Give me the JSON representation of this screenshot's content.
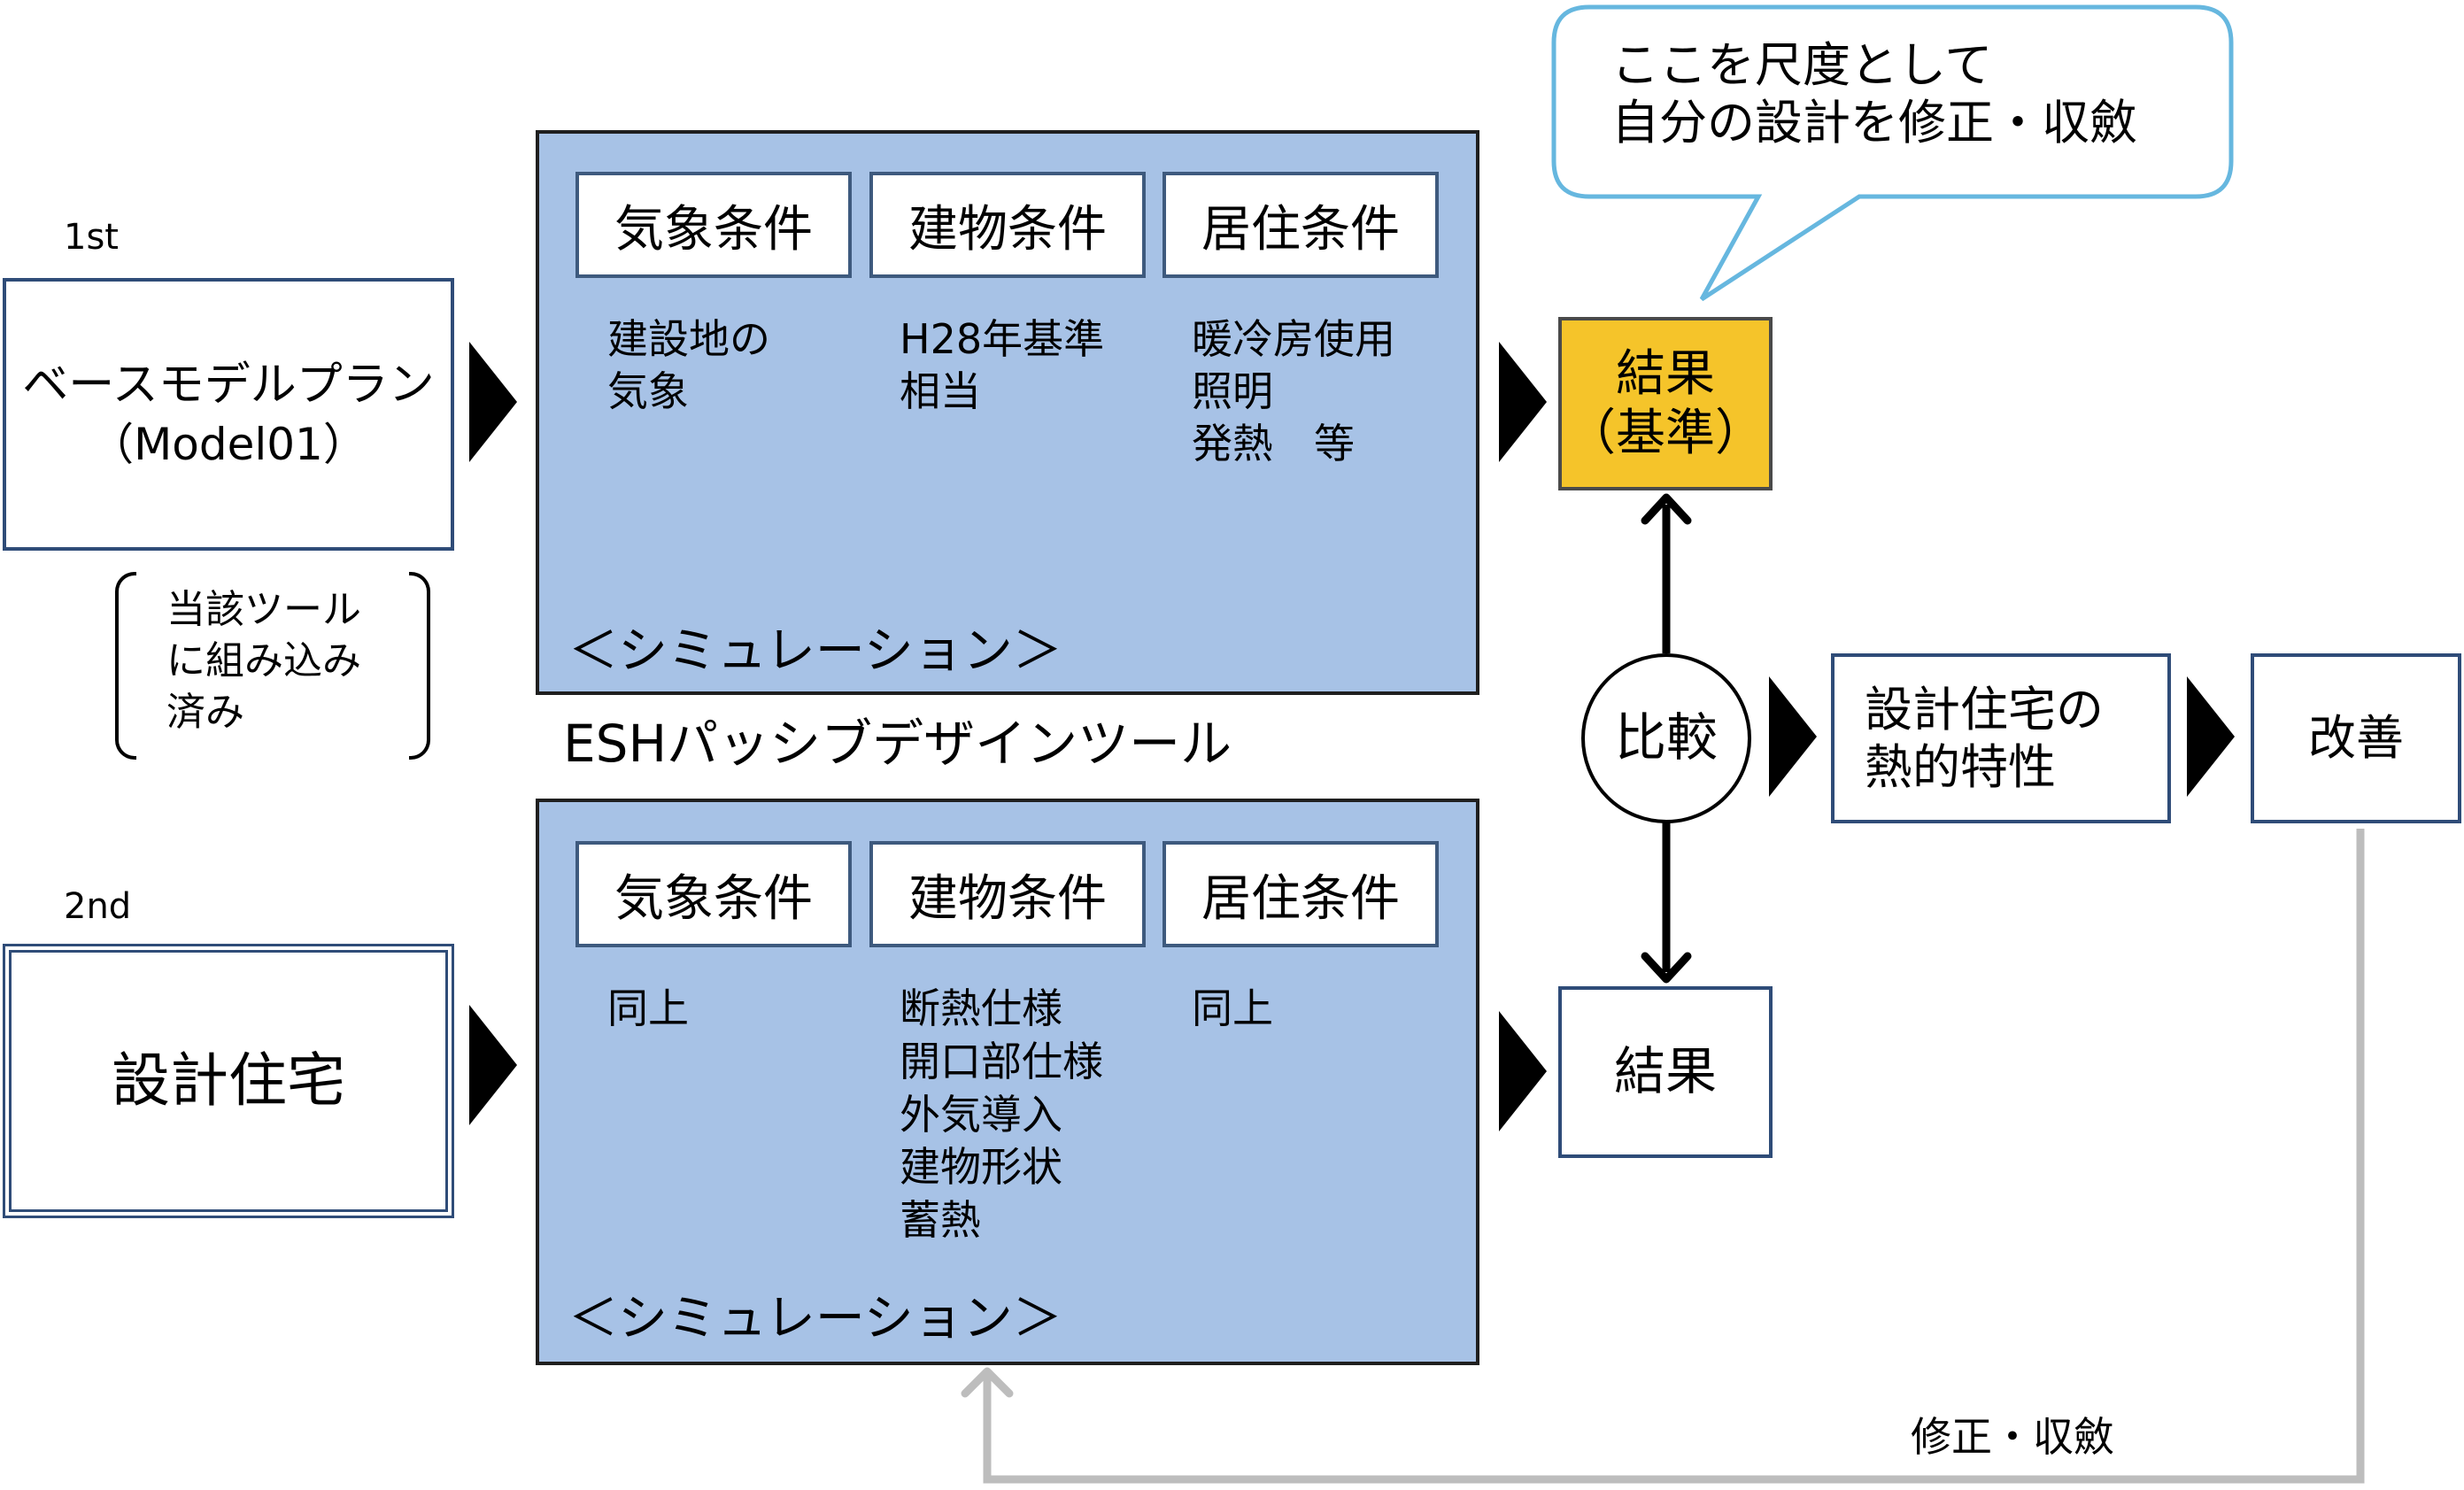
{
  "callout": {
    "line1": "ここを尺度として",
    "line2": "自分の設計を修正・収斂"
  },
  "first": {
    "label": "1st",
    "plan_line1": "ベースモデルプラン",
    "plan_line2": "（Model01）",
    "note_line1": "当該ツール",
    "note_line2": "に組み込み",
    "note_line3": "済み"
  },
  "second": {
    "label": "2nd",
    "house": "設計住宅"
  },
  "tool_name": "ESHパッシブデザインツール",
  "sim_top": {
    "tags": [
      "気象条件",
      "建物条件",
      "居住条件"
    ],
    "col1": [
      "建設地の",
      "気象"
    ],
    "col2": [
      "H28年基準",
      "相当"
    ],
    "col3": [
      "暖冷房使用",
      "照明",
      "発熱　等"
    ],
    "label": "＜シミュレーション＞"
  },
  "sim_bottom": {
    "tags": [
      "気象条件",
      "建物条件",
      "居住条件"
    ],
    "col1": [
      "同上"
    ],
    "col2": [
      "断熱仕様",
      "開口部仕様",
      "外気導入",
      "建物形状",
      "蓄熱"
    ],
    "col3": [
      "同上"
    ],
    "label": "＜シミュレーション＞"
  },
  "result_ref": {
    "line1": "結果",
    "line2": "（基準）"
  },
  "compare": "比較",
  "result": "結果",
  "thermal": {
    "line1": "設計住宅の",
    "line2": "熱的特性"
  },
  "improve": "改善",
  "feedback": "修正・収斂",
  "colors": {
    "panel": "#a7c2e6",
    "result_ref": "#f5c42a",
    "callout_border": "#66b7df",
    "feedback_line": "#bdbdbd",
    "box_border": "#2f4c78"
  }
}
